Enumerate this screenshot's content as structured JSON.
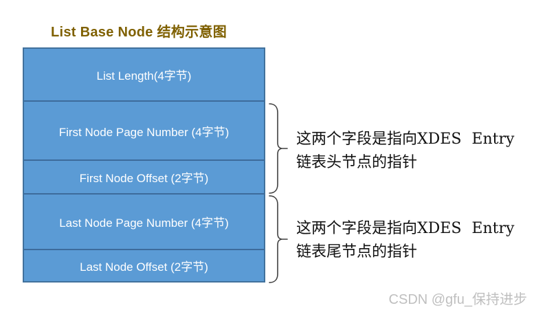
{
  "title": "List Base Node 结构示意图",
  "diagram": {
    "rows": [
      {
        "label": "List Length(4字节)"
      },
      {
        "label": "First Node Page Number (4字节)"
      },
      {
        "label": "First Node Offset (2字节)"
      },
      {
        "label": "Last Node Page Number (4字节)"
      },
      {
        "label": "Last Node Offset (2字节)"
      }
    ],
    "annotations": [
      {
        "lines": [
          "这两个字段是指向XDES Entry",
          "链表头节点的指针"
        ]
      },
      {
        "lines": [
          "这两个字段是指向XDES Entry",
          "链表尾节点的指针"
        ]
      }
    ],
    "colors": {
      "cell_fill": "#5B9BD5",
      "cell_border": "#41719C",
      "divider": "#3D6B9B",
      "title_text": "#7F6000",
      "cell_text": "#FFFFFF",
      "brace_stroke": "#3F3F3F",
      "annotation_text": "#111111",
      "watermark_text": "#BFBFBF"
    }
  },
  "watermark": "CSDN @gfu_保持进步"
}
